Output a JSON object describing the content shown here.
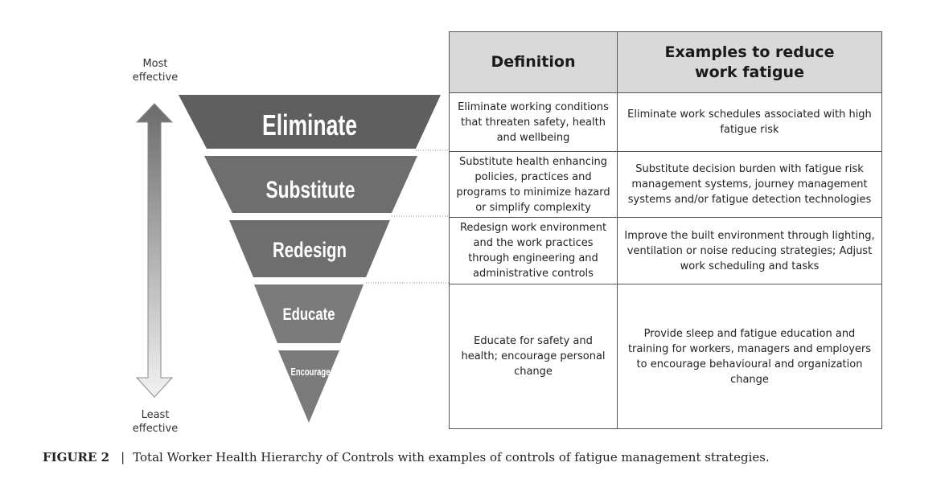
{
  "arrow": {
    "top_label": "Most effective",
    "bottom_label": "Least effective"
  },
  "pyramid": {
    "levels": [
      {
        "label": "Eliminate"
      },
      {
        "label": "Substitute"
      },
      {
        "label": "Redesign"
      },
      {
        "label": "Educate"
      },
      {
        "label": "Encourage"
      }
    ]
  },
  "table": {
    "headers": [
      "Definition",
      "Examples to reduce work fatigue"
    ],
    "rows": [
      {
        "definition": "Eliminate working conditions that threaten safety, health and wellbeing",
        "example": "Eliminate work schedules associated with high fatigue risk"
      },
      {
        "definition": "Substitute health enhancing policies, practices and programs to minimize hazard or simplify complexity",
        "example": "Substitute decision burden with fatigue risk management systems, journey management systems and/or fatigue detection technologies"
      },
      {
        "definition": "Redesign work environment and the work practices through engineering and administrative controls",
        "example": "Improve the built environment through lighting, ventilation or noise reducing strategies; Adjust work scheduling and tasks"
      },
      {
        "definition": "Educate for safety and health; encourage personal change",
        "example": "Provide sleep and fatigue education and training for workers, managers and employers to encourage behavioural and organization change"
      }
    ]
  },
  "caption": {
    "figure": "FIGURE 2",
    "separator": "|",
    "text": "Total Worker Health Hierarchy of Controls with examples of controls of fatigue management strategies."
  }
}
